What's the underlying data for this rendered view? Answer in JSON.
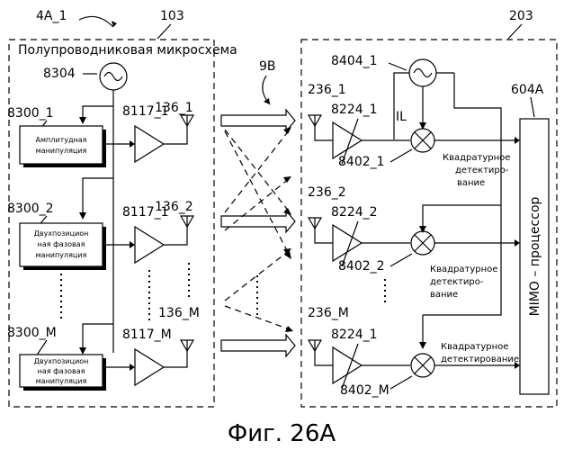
{
  "labels": {
    "tx_name": "4A_1",
    "tx_ref": "103",
    "rx_ref": "203",
    "chip_title": "Полупроводниковая микросхема",
    "osc_tx": "8304",
    "osc_rx": "8404_1",
    "link": "9B",
    "mimo_ref": "604A",
    "il": "IL",
    "caption": "Фиг. 26A"
  },
  "tx": [
    {
      "mod_ref": "8300_1",
      "mod_text": [
        "Амплитудная",
        "манипуляция"
      ],
      "amp_ref": "8117_1",
      "ant_ref": "136_1"
    },
    {
      "mod_ref": "8300_2",
      "mod_text": [
        "Двухпозицион",
        "ная фазовая",
        "манипуляция"
      ],
      "amp_ref": "8117_1",
      "ant_ref": "136_2"
    },
    {
      "mod_ref": "8300_M",
      "mod_text": [
        "Двухпозицион",
        "ная фазовая",
        "манипуляция"
      ],
      "amp_ref": "8117_M",
      "ant_ref": "136_M"
    }
  ],
  "rx": [
    {
      "ant_ref": "236_1",
      "amp_ref": "8224_1",
      "mix_ref": "8402_1",
      "det_text": [
        "Квадратурное",
        "детектиро-",
        "вание"
      ]
    },
    {
      "ant_ref": "236_2",
      "amp_ref": "8224_2",
      "mix_ref": "8402_2",
      "det_text": [
        "Квадратурное",
        "детектиро-",
        "вание"
      ]
    },
    {
      "ant_ref": "236_M",
      "amp_ref": "8224_1",
      "mix_ref": "8402_M",
      "det_text": [
        "Квадратурное",
        "детектирование"
      ]
    }
  ],
  "mimo_text": "MIMO – процессор"
}
